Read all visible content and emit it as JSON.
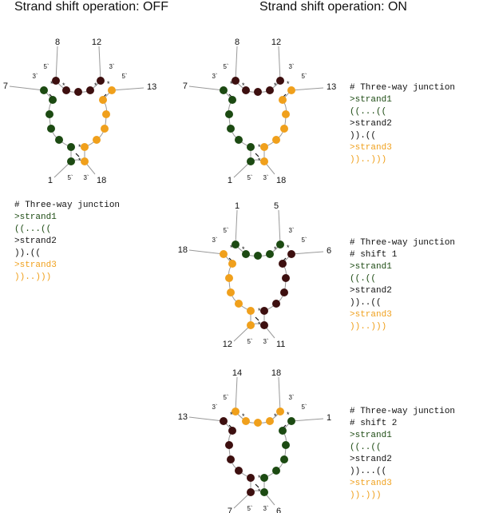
{
  "headings": {
    "off": "Strand shift operation: OFF",
    "on": "Strand shift operation: ON"
  },
  "colors": {
    "strand1": "#1c4a12",
    "strand2": "#3d0f0f",
    "strand3": "#f0a01c",
    "stem_line": "#999999",
    "text": "#111111"
  },
  "code_blocks": [
    {
      "id": "off",
      "lines": [
        {
          "text": "# Three-way junction",
          "color": "comment"
        },
        {
          "text": ">strand1",
          "color": "green"
        },
        {
          "text": "((...((",
          "color": "green"
        },
        {
          "text": ">strand2",
          "color": "black"
        },
        {
          "text": ")).((",
          "color": "black"
        },
        {
          "text": ">strand3",
          "color": "orange"
        },
        {
          "text": "))..)))",
          "color": "orange"
        }
      ]
    },
    {
      "id": "on-1",
      "lines": [
        {
          "text": "# Three-way junction",
          "color": "comment"
        },
        {
          "text": ">strand1",
          "color": "green"
        },
        {
          "text": "((...((",
          "color": "green"
        },
        {
          "text": ">strand2",
          "color": "black"
        },
        {
          "text": ")).((",
          "color": "black"
        },
        {
          "text": ">strand3",
          "color": "orange"
        },
        {
          "text": "))..)))",
          "color": "orange"
        }
      ]
    },
    {
      "id": "on-2",
      "lines": [
        {
          "text": "# Three-way junction",
          "color": "comment"
        },
        {
          "text": "# shift 1",
          "color": "comment"
        },
        {
          "text": ">strand1",
          "color": "green"
        },
        {
          "text": "((.((",
          "color": "green"
        },
        {
          "text": ">strand2",
          "color": "black"
        },
        {
          "text": "))..((",
          "color": "black"
        },
        {
          "text": ">strand3",
          "color": "orange"
        },
        {
          "text": "))..)))",
          "color": "orange"
        }
      ]
    },
    {
      "id": "on-3",
      "lines": [
        {
          "text": "# Three-way junction",
          "color": "comment"
        },
        {
          "text": "# shift 2",
          "color": "comment"
        },
        {
          "text": ">strand1",
          "color": "green"
        },
        {
          "text": "((..((",
          "color": "green"
        },
        {
          "text": ">strand2",
          "color": "black"
        },
        {
          "text": "))...((",
          "color": "black"
        },
        {
          "text": ">strand3",
          "color": "orange"
        },
        {
          "text": ")).)))",
          "color": "orange"
        }
      ]
    }
  ],
  "diagrams": [
    {
      "id": "off",
      "left_colors": [
        "green",
        "green",
        "green",
        "green",
        "green",
        "green"
      ],
      "right_colors": [
        "orange",
        "orange",
        "orange",
        "orange",
        "orange",
        "orange"
      ],
      "top_colors": [
        "brown",
        "brown",
        "brown",
        "brown",
        "brown"
      ],
      "labels": {
        "top_left": "8",
        "top_right": "12",
        "left": "7",
        "right": "13",
        "bottom_left": "1",
        "bottom_right": "18",
        "bl_prime": "5`",
        "br_prime": "3`",
        "tl_prime": "5`",
        "tl_prime2": "3`",
        "tr_prime": "3`",
        "tr_prime2": "5`"
      }
    },
    {
      "id": "on-1",
      "left_colors": [
        "green",
        "green",
        "green",
        "green",
        "green",
        "green"
      ],
      "right_colors": [
        "orange",
        "orange",
        "orange",
        "orange",
        "orange",
        "orange"
      ],
      "top_colors": [
        "brown",
        "brown",
        "brown",
        "brown",
        "brown"
      ],
      "labels": {
        "top_left": "8",
        "top_right": "12",
        "left": "7",
        "right": "13",
        "bottom_left": "1",
        "bottom_right": "18",
        "bl_prime": "5`",
        "br_prime": "3`",
        "tl_prime": "5`",
        "tl_prime2": "3`",
        "tr_prime": "3`",
        "tr_prime2": "5`"
      }
    },
    {
      "id": "on-2",
      "left_colors": [
        "orange",
        "orange",
        "orange",
        "orange",
        "orange",
        "orange"
      ],
      "right_colors": [
        "brown",
        "brown",
        "brown",
        "brown",
        "brown",
        "brown"
      ],
      "top_colors": [
        "green",
        "green",
        "green",
        "green",
        "green"
      ],
      "labels": {
        "top_left": "1",
        "top_right": "5",
        "left": "18",
        "right": "6",
        "bottom_left": "12",
        "bottom_right": "11",
        "bl_prime": "5`",
        "br_prime": "3`",
        "tl_prime": "5`",
        "tl_prime2": "3`",
        "tr_prime": "3`",
        "tr_prime2": "5`"
      }
    },
    {
      "id": "on-3",
      "left_colors": [
        "brown",
        "brown",
        "brown",
        "brown",
        "brown",
        "brown"
      ],
      "right_colors": [
        "green",
        "green",
        "green",
        "green",
        "green",
        "green"
      ],
      "top_colors": [
        "orange",
        "orange",
        "orange",
        "orange",
        "orange"
      ],
      "labels": {
        "top_left": "14",
        "top_right": "18",
        "left": "13",
        "right": "1",
        "bottom_left": "7",
        "bottom_right": "6",
        "bl_prime": "5`",
        "br_prime": "3`",
        "tl_prime": "5`",
        "tl_prime2": "3`",
        "tr_prime": "3`",
        "tr_prime2": "5`"
      }
    }
  ]
}
